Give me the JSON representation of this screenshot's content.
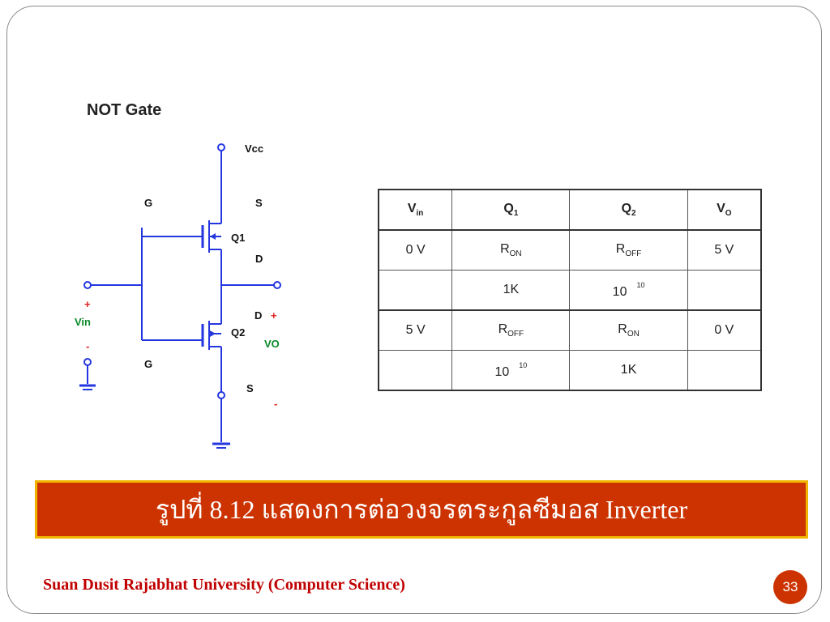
{
  "circuit": {
    "title": "NOT Gate",
    "labels": {
      "vcc": "Vcc",
      "g_top": "G",
      "s_top": "S",
      "q1": "Q1",
      "d_top": "D",
      "plus_in": "+",
      "vin": "Vin",
      "minus_in": "-",
      "d_bottom": "D",
      "plus_out": "+",
      "q2": "Q2",
      "vo": "VO",
      "g_bottom": "G",
      "s_bottom": "S",
      "minus_out": "-"
    },
    "colors": {
      "wire": "#2436e0",
      "plus": "#e02020",
      "label_green": "#0a8a2a"
    }
  },
  "table": {
    "headers": [
      {
        "main": "V",
        "sub": "in"
      },
      {
        "main": "Q",
        "sub": "1"
      },
      {
        "main": "Q",
        "sub": "2"
      },
      {
        "main": "V",
        "sub": "O"
      }
    ],
    "rows": [
      [
        {
          "main": "0 V"
        },
        {
          "main": "R",
          "sub": "ON"
        },
        {
          "main": "R",
          "sub": "OFF"
        },
        {
          "main": "5 V"
        }
      ],
      [
        {
          "main": ""
        },
        {
          "main": "1K"
        },
        {
          "main": "10",
          "sup": "10"
        },
        {
          "main": ""
        }
      ],
      [
        {
          "main": "5 V"
        },
        {
          "main": "R",
          "sub": "OFF"
        },
        {
          "main": "R",
          "sub": "ON"
        },
        {
          "main": "0 V"
        }
      ],
      [
        {
          "main": ""
        },
        {
          "main": "10",
          "sup": "10"
        },
        {
          "main": "1K"
        },
        {
          "main": ""
        }
      ]
    ]
  },
  "caption": {
    "text": "รูปที่ 8.12 แสดงการต่อวงจรตระกูลซีมอส Inverter"
  },
  "footer": {
    "text": "Suan Dusit Rajabhat University (Computer Science)"
  },
  "page_number": "33",
  "colors": {
    "caption_bg": "#cc3300",
    "caption_border": "#f1b500",
    "footer_text": "#c00000"
  }
}
